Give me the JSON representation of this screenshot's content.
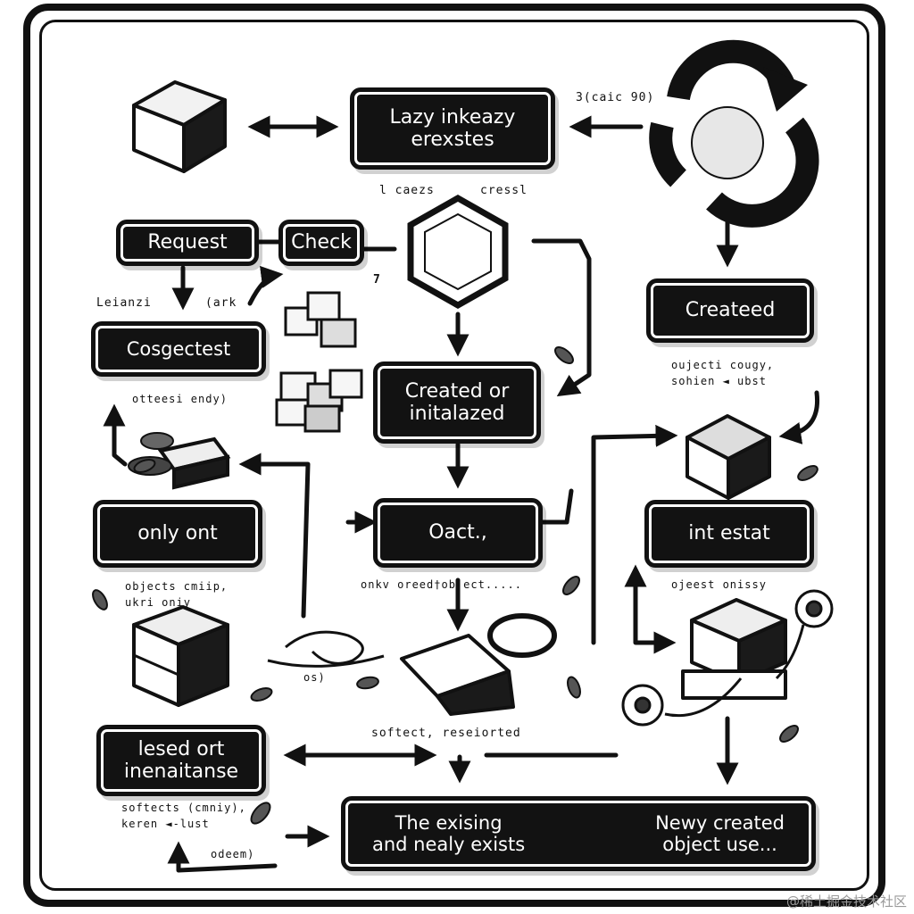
{
  "nodes": {
    "top_center": [
      "Lazy inkeazy",
      "erexstes"
    ],
    "request": "Request",
    "check": "Check",
    "cosgectest": "Cosgectest",
    "created_or": [
      "Created or",
      "initalazed"
    ],
    "created_right": "Createed",
    "only_ont": "only ont",
    "oact": "Oact.,",
    "int_estat": "int estat",
    "lesed_ort": [
      "lesed ort",
      "inenaitanse"
    ],
    "bottom_left_half": [
      "The exising",
      "and nealy exists"
    ],
    "bottom_right_half": [
      "Newy created",
      "object use..."
    ]
  },
  "labels": {
    "top_right": "3(caic 90)",
    "caezs": "l caezs",
    "cresst": "cressl",
    "leianzi": "Leianzi",
    "lark": "(ark",
    "seven": "7",
    "otteesi": "otteesi endy)",
    "ouject": [
      "oujecti cougy,",
      "sohien ◄ ubst"
    ],
    "objects_left": [
      "objects cmiip,",
      "ukri      oniy"
    ],
    "onkv": "onkv  oreed†object.....",
    "ojeest": "ojeest  onissy",
    "os": "os)",
    "softect": "softect, reseiorted",
    "softects": [
      "softects (cmniy),",
      "keren ◄-lust"
    ],
    "odeem": "odeem)"
  },
  "watermark": "@稀土掘金技术社区",
  "colors": {
    "ink": "#111111",
    "paper": "#ffffff",
    "watermark": "#9a9a9a"
  }
}
